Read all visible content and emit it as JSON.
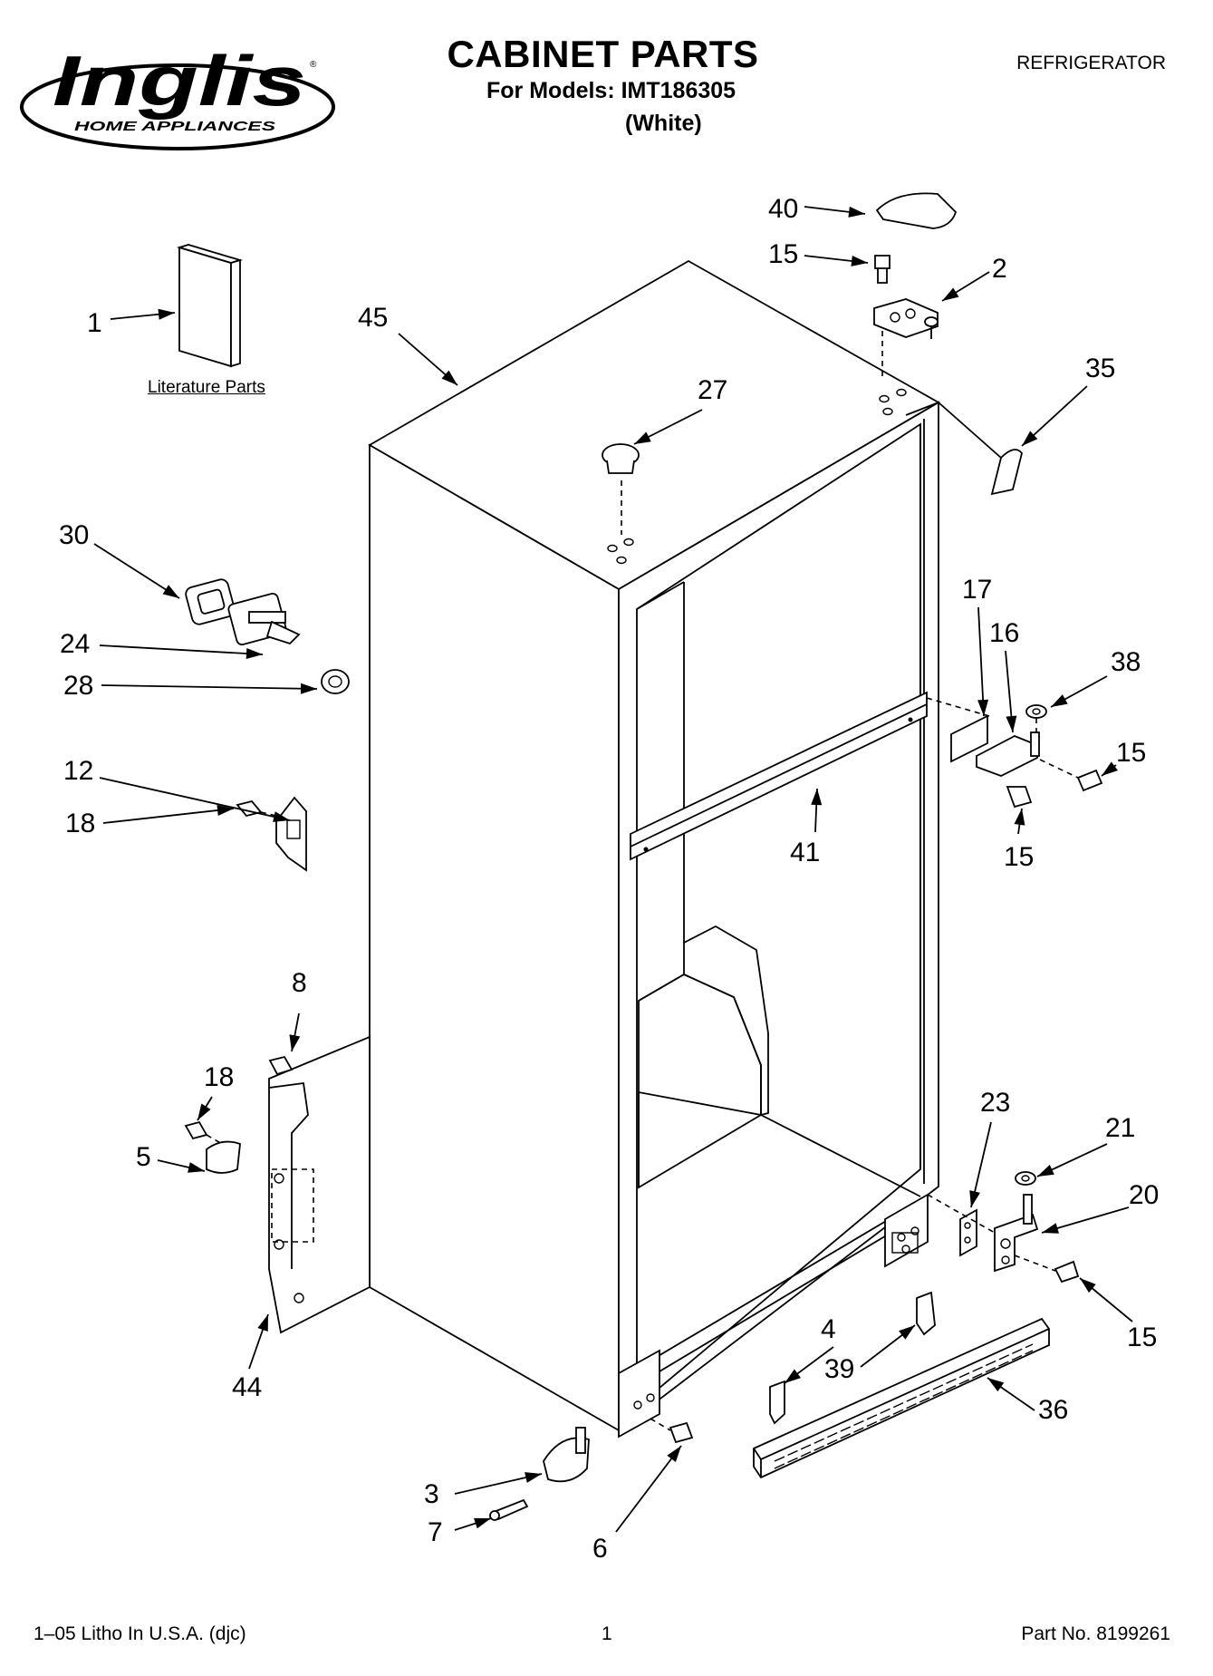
{
  "header": {
    "brand_name": "Inglis",
    "brand_tagline": "HOME APPLIANCES",
    "title": "CABINET PARTS",
    "models_line": "For Models: IMT186305",
    "variant": "(White)",
    "category": "REFRIGERATOR"
  },
  "diagram": {
    "literature_label": "Literature Parts",
    "callouts": [
      {
        "id": "c-40",
        "label": "40"
      },
      {
        "id": "c-15a",
        "label": "15"
      },
      {
        "id": "c-2",
        "label": "2"
      },
      {
        "id": "c-1",
        "label": "1"
      },
      {
        "id": "c-45",
        "label": "45"
      },
      {
        "id": "c-27",
        "label": "27"
      },
      {
        "id": "c-35",
        "label": "35"
      },
      {
        "id": "c-30",
        "label": "30"
      },
      {
        "id": "c-24",
        "label": "24"
      },
      {
        "id": "c-28",
        "label": "28"
      },
      {
        "id": "c-17",
        "label": "17"
      },
      {
        "id": "c-16",
        "label": "16"
      },
      {
        "id": "c-38",
        "label": "38"
      },
      {
        "id": "c-15b",
        "label": "15"
      },
      {
        "id": "c-12",
        "label": "12"
      },
      {
        "id": "c-18a",
        "label": "18"
      },
      {
        "id": "c-41",
        "label": "41"
      },
      {
        "id": "c-15c",
        "label": "15"
      },
      {
        "id": "c-8",
        "label": "8"
      },
      {
        "id": "c-18b",
        "label": "18"
      },
      {
        "id": "c-23",
        "label": "23"
      },
      {
        "id": "c-21",
        "label": "21"
      },
      {
        "id": "c-5",
        "label": "5"
      },
      {
        "id": "c-20",
        "label": "20"
      },
      {
        "id": "c-15d",
        "label": "15"
      },
      {
        "id": "c-4",
        "label": "4"
      },
      {
        "id": "c-39",
        "label": "39"
      },
      {
        "id": "c-44",
        "label": "44"
      },
      {
        "id": "c-36",
        "label": "36"
      },
      {
        "id": "c-3",
        "label": "3"
      },
      {
        "id": "c-7",
        "label": "7"
      },
      {
        "id": "c-6",
        "label": "6"
      }
    ]
  },
  "footer": {
    "litho": "1–05 Litho In U.S.A. (djc)",
    "page": "1",
    "part_no": "Part No. 8199261"
  }
}
